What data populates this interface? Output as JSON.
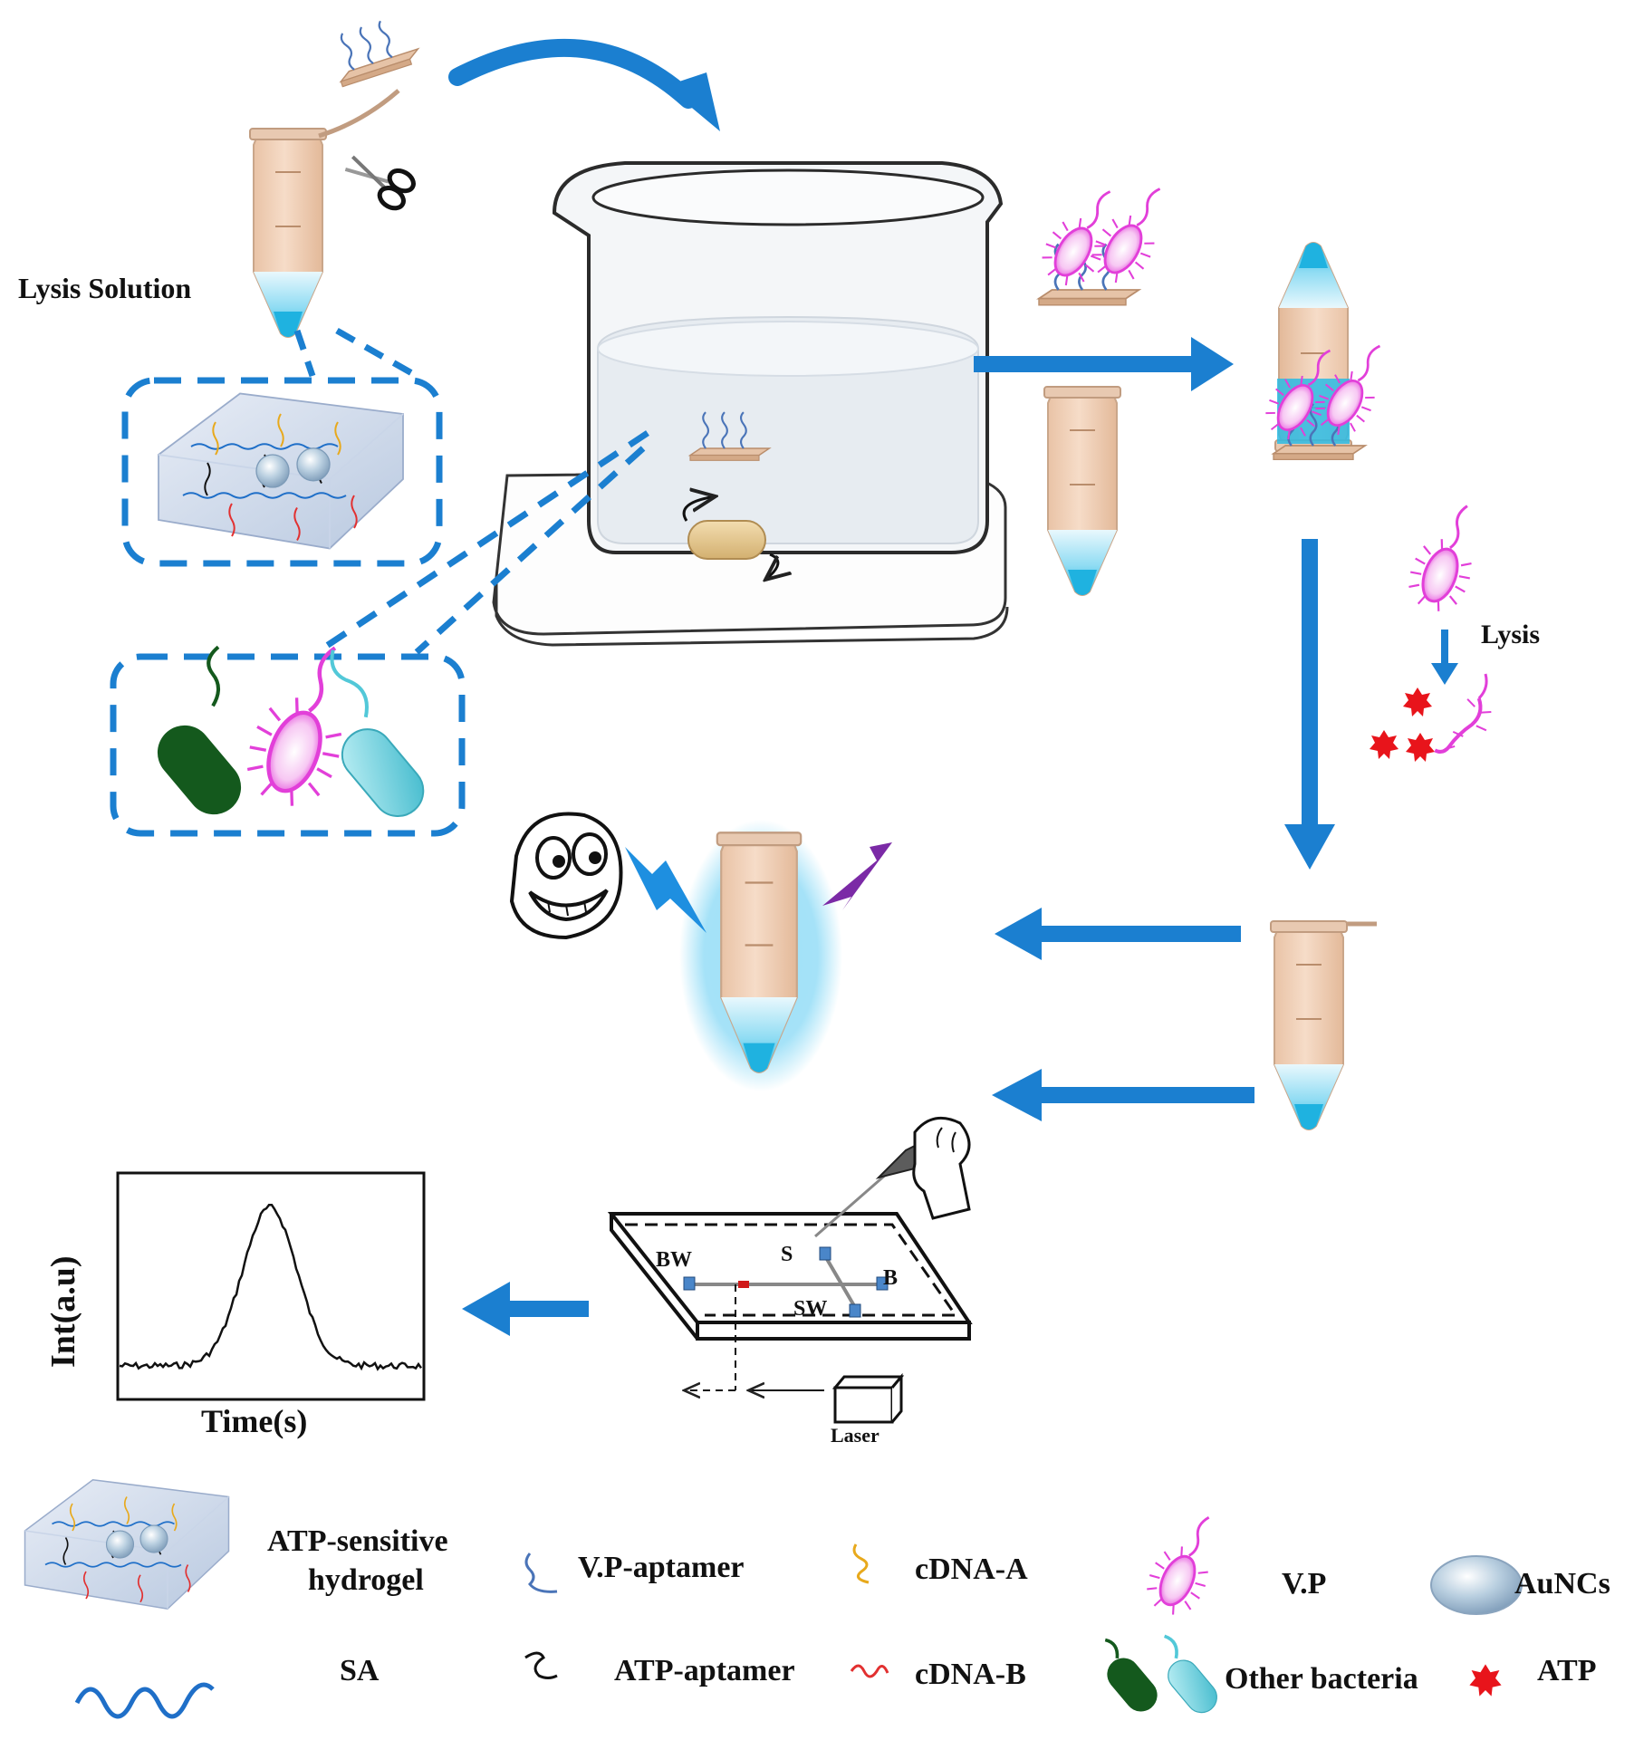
{
  "labels": {
    "lysis_solution": "Lysis Solution",
    "lysis": "Lysis",
    "chip_bw": "BW",
    "chip_s": "S",
    "chip_b": "B",
    "chip_sw": "SW",
    "laser": "Laser",
    "graph_ylabel": "Int(a.u)",
    "graph_xlabel": "Time(s)"
  },
  "legend": {
    "hydrogel_line1": "ATP-sensitive",
    "hydrogel_line2": "hydrogel",
    "vp_aptamer": "V.P-aptamer",
    "cdna_a": "cDNA-A",
    "vp": "V.P",
    "aunc": "AuNCs",
    "sa": "SA",
    "atp_aptamer": "ATP-aptamer",
    "cdna_b": "cDNA-B",
    "other_bacteria": "Other bacteria",
    "atp": "ATP"
  },
  "colors": {
    "arrow": "#1b7fd0",
    "tube": "#efcfb4",
    "liquid": "#2bbbe4",
    "vp_bacteria": "#e23fd9",
    "atp": "#e8141b",
    "other_bacteria_green": "#14591d",
    "other_bacteria_cyan": "#52c8d8",
    "lightning_blue": "#1e8fe0",
    "lightning_purple": "#7b2aa6",
    "glow": "#7fd6f5"
  },
  "icons": [
    "scissors-icon",
    "beaker-icon",
    "stir-plate-icon",
    "smiley-face-icon",
    "lightning-icon",
    "laser-box-icon",
    "pipette-hand-icon"
  ]
}
